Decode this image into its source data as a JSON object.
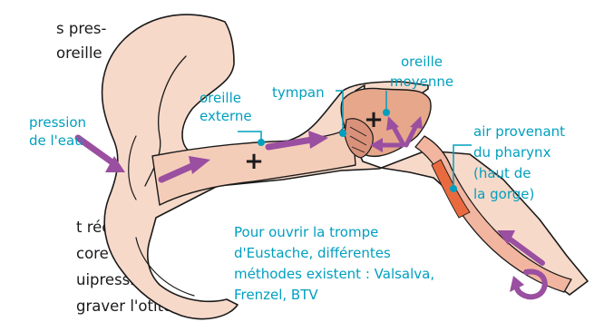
{
  "body_text": {
    "top_lines": [
      "s pres-",
      "oreille"
    ],
    "bottom_lines": [
      "t réduire",
      "core  plus",
      "uipression.",
      "graver l'otite,"
    ]
  },
  "labels": {
    "pression": [
      "pression",
      "de l'eau"
    ],
    "oreille_externe": [
      "oreille",
      "externe"
    ],
    "tympan": "tympan",
    "oreille_moyenne": [
      "oreille",
      "moyenne"
    ],
    "air_pharynx": [
      "air provenant",
      "du pharynx",
      "(haut de",
      "la gorge)"
    ],
    "trompe_note": [
      "Pour ouvrir la trompe",
      "d'Eustache, différentes",
      "méthodes existent : Valsalva,",
      "Frenzel, BTV"
    ]
  },
  "symbols": {
    "plus_outer": "+",
    "plus_middle": "+"
  },
  "colors": {
    "label_teal": "#009fbf",
    "ear_skin": "#f7d9c9",
    "ear_inner": "#f4cdb9",
    "middle_ear": "#e6a78a",
    "tube_orange": "#ea6a3f",
    "arrow_purple": "#9a4fa0",
    "outline": "#1a1a1a",
    "text": "#1a1a1a"
  }
}
